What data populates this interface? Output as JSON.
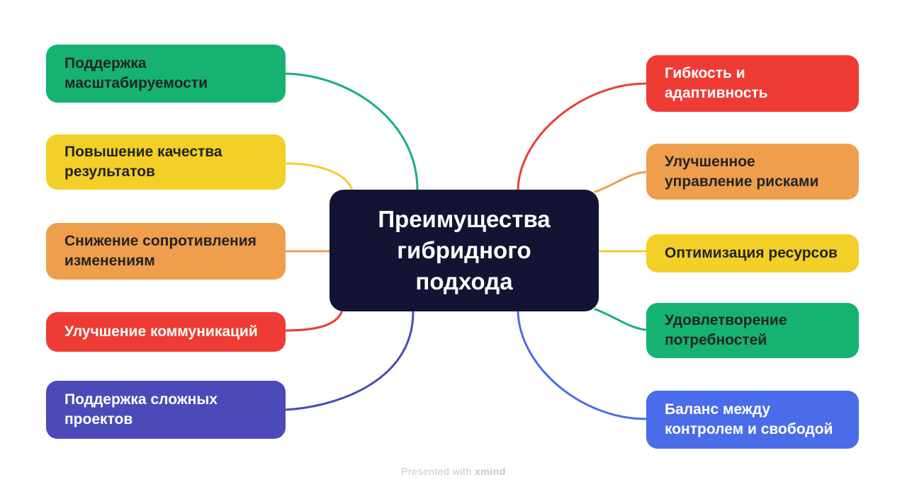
{
  "center": {
    "label": "Преимущества\nгибридного\nподхода",
    "bg": "#131433",
    "text_color": "#ffffff"
  },
  "left_nodes": [
    {
      "label": "Поддержка\nмасштабируемости",
      "bg": "#16b272",
      "text_color": "#242424"
    },
    {
      "label": "Повышение качества\nрезультатов",
      "bg": "#f2d028",
      "text_color": "#242424"
    },
    {
      "label": "Снижение сопротивления\nизменениям",
      "bg": "#ef9e4d",
      "text_color": "#242424"
    },
    {
      "label": "Улучшение коммуникаций",
      "bg": "#ee3b34",
      "text_color": "#ffffff"
    },
    {
      "label": "Поддержка сложных\nпроектов",
      "bg": "#4b4ab8",
      "text_color": "#ffffff"
    }
  ],
  "right_nodes": [
    {
      "label": "Гибкость и\nадаптивность",
      "bg": "#ee3b34",
      "text_color": "#ffffff"
    },
    {
      "label": "Улучшенное\nуправление рисками",
      "bg": "#ef9e4d",
      "text_color": "#242424"
    },
    {
      "label": "Оптимизация ресурсов",
      "bg": "#f2d028",
      "text_color": "#242424"
    },
    {
      "label": "Удовлетворение\nпотребностей",
      "bg": "#16b272",
      "text_color": "#242424"
    },
    {
      "label": "Баланс между\nконтролем и свободой",
      "bg": "#4a6ce8",
      "text_color": "#ffffff"
    }
  ],
  "footer": {
    "prefix": "Presented with ",
    "brand": "xmind"
  }
}
